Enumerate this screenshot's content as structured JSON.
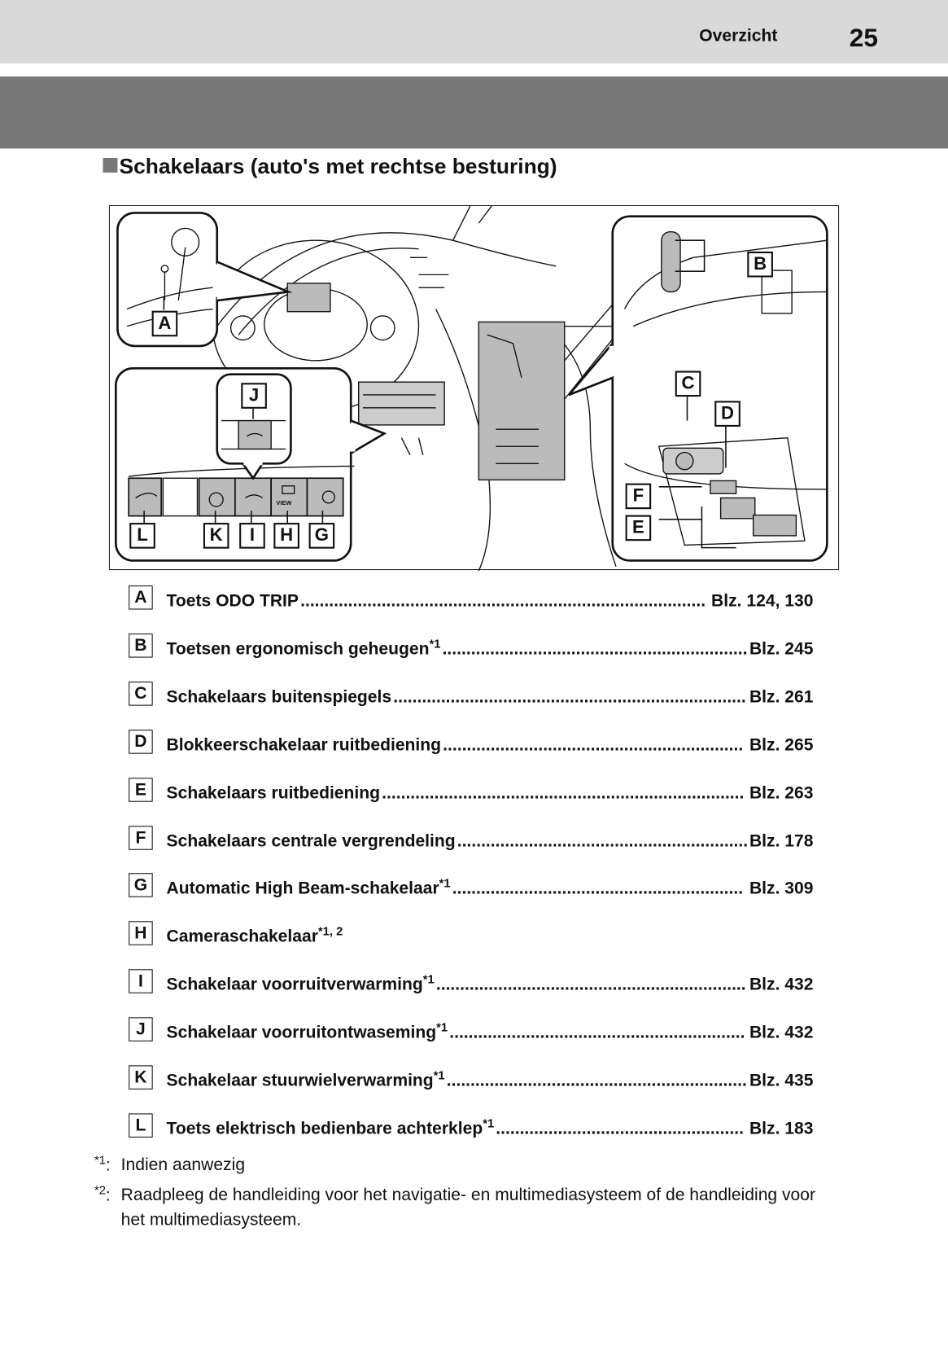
{
  "header": {
    "section": "Overzicht",
    "page_number": "25"
  },
  "title": "Schakelaars (auto's met rechtse besturing)",
  "diagram": {
    "labels": [
      "A",
      "B",
      "C",
      "D",
      "E",
      "F",
      "G",
      "H",
      "I",
      "J",
      "K",
      "L"
    ],
    "button_text_view": "VIEW"
  },
  "items": [
    {
      "key": "A",
      "text": "Toets ODO TRIP",
      "note": "",
      "page": "Blz. 124, 130"
    },
    {
      "key": "B",
      "text": "Toetsen ergonomisch geheugen",
      "note": "*1",
      "page": "Blz. 245"
    },
    {
      "key": "C",
      "text": "Schakelaars buitenspiegels",
      "note": "",
      "page": "Blz. 261"
    },
    {
      "key": "D",
      "text": "Blokkeerschakelaar ruitbediening",
      "note": "",
      "page": "Blz. 265"
    },
    {
      "key": "E",
      "text": "Schakelaars ruitbediening",
      "note": "",
      "page": "Blz. 263"
    },
    {
      "key": "F",
      "text": "Schakelaars centrale vergrendeling",
      "note": "",
      "page": "Blz. 178"
    },
    {
      "key": "G",
      "text": "Automatic High Beam-schakelaar",
      "note": "*1",
      "page": "Blz. 309"
    },
    {
      "key": "H",
      "text": "Cameraschakelaar",
      "note": "*1, 2",
      "page": ""
    },
    {
      "key": "I",
      "text": "Schakelaar voorruitverwarming",
      "note": "*1",
      "page": "Blz. 432"
    },
    {
      "key": "J",
      "text": "Schakelaar voorruitontwaseming",
      "note": "*1",
      "page": "Blz. 432"
    },
    {
      "key": "K",
      "text": "Schakelaar stuurwielverwarming",
      "note": "*1",
      "page": "Blz. 435"
    },
    {
      "key": "L",
      "text": "Toets elektrisch bedienbare achterklep",
      "note": "*1",
      "page": "Blz. 183"
    }
  ],
  "footnotes": [
    {
      "mark": "*1",
      "text": "Indien aanwezig"
    },
    {
      "mark": "*2",
      "text": "Raadpleeg de handleiding voor het navigatie- en multimediasysteem of de handleiding voor het multimediasysteem."
    }
  ]
}
